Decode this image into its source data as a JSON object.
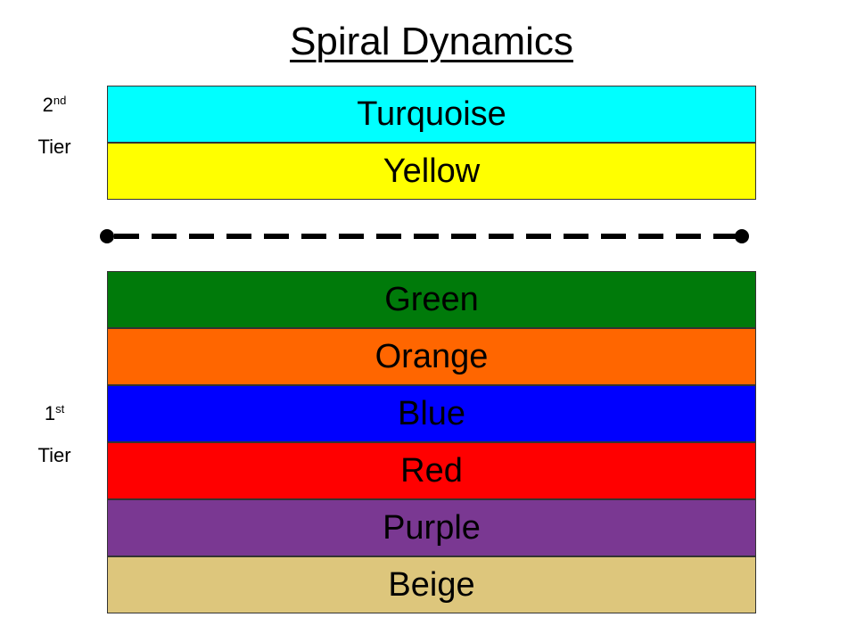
{
  "title": "Spiral Dynamics",
  "second_tier": {
    "number": "2",
    "suffix": "nd",
    "word": "Tier",
    "levels": [
      {
        "name": "Turquoise",
        "color": "#00FFFF"
      },
      {
        "name": "Yellow",
        "color": "#FFFF00"
      }
    ]
  },
  "first_tier": {
    "number": "1",
    "suffix": "st",
    "word": "Tier",
    "levels": [
      {
        "name": "Green",
        "color": "#007A0A"
      },
      {
        "name": "Orange",
        "color": "#FF6600"
      },
      {
        "name": "Blue",
        "color": "#0000FF"
      },
      {
        "name": "Red",
        "color": "#FF0000"
      },
      {
        "name": "Purple",
        "color": "#7A3892"
      },
      {
        "name": "Beige",
        "color": "#DDC67C"
      }
    ]
  },
  "divider": {
    "style": "dashed",
    "color": "#000000"
  }
}
